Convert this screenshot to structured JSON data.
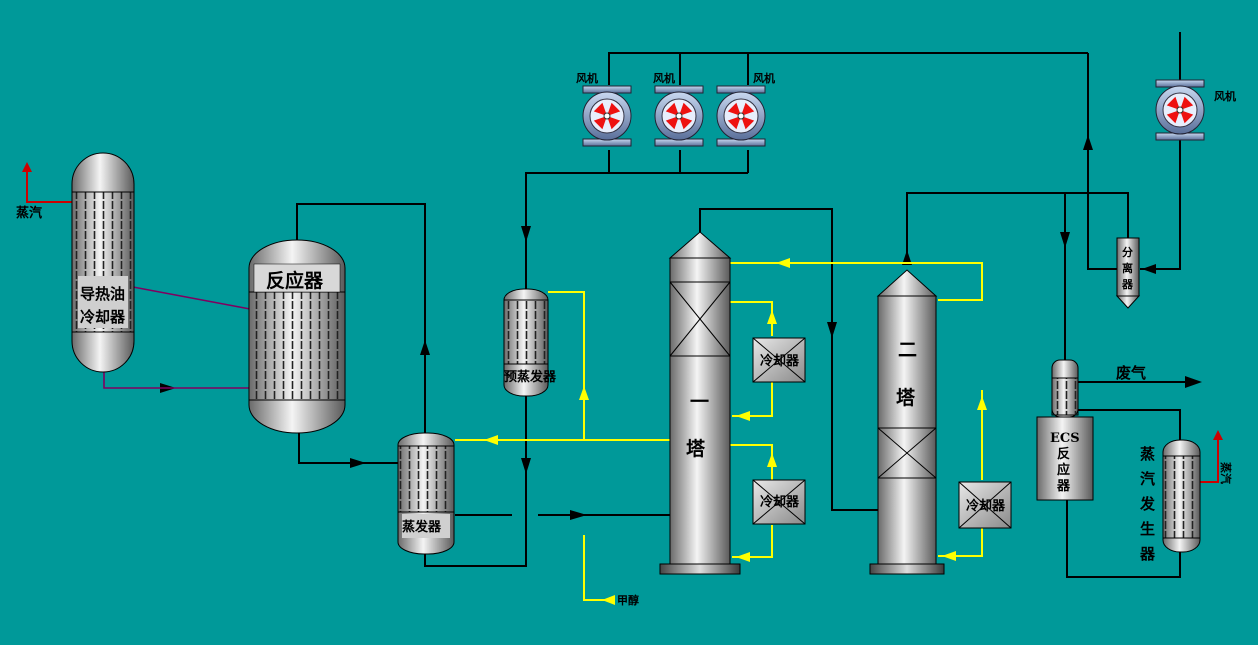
{
  "labels": {
    "steam_left": "蒸汽",
    "oil_cooler_l1": "导热油",
    "oil_cooler_l2": "冷却器",
    "reactor": "反应器",
    "evaporator": "蒸发器",
    "pre_evaporator": "预蒸发器",
    "fan": "风机",
    "tower1_a": "一",
    "tower1_b": "塔",
    "tower2_a": "二",
    "tower2_b": "塔",
    "cooler": "冷却器",
    "methanol": "甲醇",
    "separator_l1": "分",
    "separator_l2": "离",
    "separator_l3": "器",
    "waste_gas": "废气",
    "ecs_l1": "ECS",
    "ecs_l2": "反",
    "ecs_l3": "应",
    "ecs_l4": "器",
    "sg_l1": "蒸",
    "sg_l2": "汽",
    "sg_l3": "发",
    "sg_l4": "生",
    "sg_l5": "器",
    "steam_right": "蒸汽"
  },
  "colors": {
    "background": "#009999",
    "process_line": "#000000",
    "methanol_line": "#ffff00",
    "oil_line": "#800060",
    "steam_line": "#cc0000",
    "fan_blade": "#ee1111"
  },
  "icons": [
    "fan-icon",
    "cooler-icon",
    "steam-arrow-icon"
  ]
}
